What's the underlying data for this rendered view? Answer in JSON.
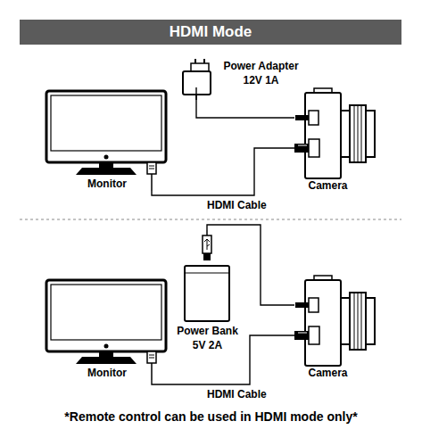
{
  "diagram": {
    "title": "HDMI Mode",
    "caption": "*Remote control can be used in HDMI mode only*",
    "nodes": [
      {
        "text": [
          "Power Adapter",
          "12V 1A"
        ]
      },
      {
        "text": [
          "Monitor"
        ]
      },
      {
        "text": [
          "Camera"
        ]
      },
      {
        "text": [
          "Power Bank",
          "5V 2A"
        ]
      },
      {
        "text": [
          "Monitor"
        ]
      },
      {
        "text": [
          "Camera"
        ]
      }
    ],
    "edges": [
      {
        "from": 0,
        "to": 2,
        "arrow": "none"
      },
      {
        "from": 1,
        "to": 2,
        "label": "HDMI Cable",
        "arrow": "none"
      },
      {
        "from": 3,
        "to": 5,
        "arrow": "none"
      },
      {
        "from": 4,
        "to": 5,
        "label": "HDMI Cable",
        "arrow": "none"
      }
    ]
  }
}
